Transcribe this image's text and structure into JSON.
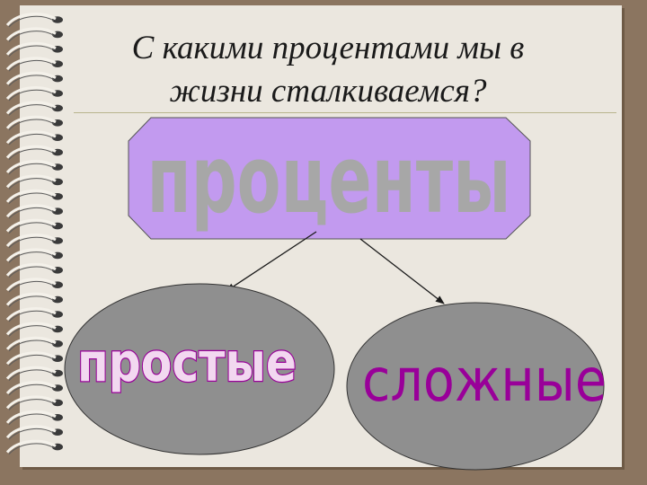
{
  "slide": {
    "title_line1": "С какими процентами мы в",
    "title_line2": "жизни сталкиваемся?",
    "root_label": "проценты",
    "left_label": "простые",
    "right_label": "сложные"
  },
  "colors": {
    "background": "#8b7560",
    "paper": "#ebe7df",
    "root_fill": "#c29aef",
    "root_text": "#a7a7a7",
    "ellipse_fill": "#8f8f8f",
    "label_fill": "#f2d8f0",
    "label_stroke": "#990099",
    "right_label_fill": "#990099"
  },
  "icons": [
    "spiral-binding-icon"
  ]
}
